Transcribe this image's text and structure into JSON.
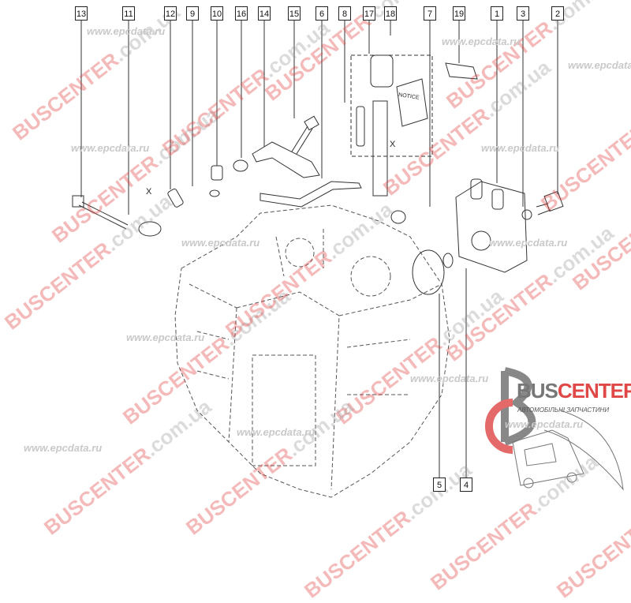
{
  "callouts": {
    "top": [
      "13",
      "11",
      "12",
      "9",
      "10",
      "16",
      "14",
      "15",
      "6",
      "8",
      "17",
      "18",
      "7",
      "19",
      "1",
      "3",
      "2"
    ],
    "bottom": [
      "5",
      "4"
    ]
  },
  "annotations": {
    "dimension_x": "X",
    "notice_booklet": "NOTICE"
  },
  "logo": {
    "brand_part1": "BUS",
    "brand_part2": "CENTER",
    "tagline": "АВТОМОБІЛЬНІ ЗАПЧАСТИНИ"
  },
  "watermarks": {
    "site1_part1": "BUS",
    "site1_part2": "CENTER",
    "site1_part3": ".com.ua",
    "site2": "www.epcdata.ru"
  },
  "colors": {
    "accent": "#e04848",
    "line": "#222222"
  }
}
